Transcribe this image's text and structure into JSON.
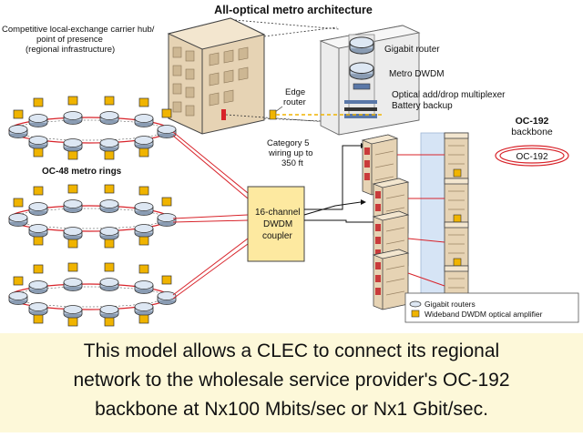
{
  "diagram": {
    "title": "All-optical metro architecture",
    "pop_label": [
      "Competitive local-exchange carrier hub/",
      "point of presence",
      "(regional infrastructure)"
    ],
    "rack_items": [
      "Gigabit router",
      "Metro DWDM",
      "Optical add/drop multiplexer",
      "Battery backup"
    ],
    "edge_router_label": [
      "Edge",
      "router"
    ],
    "wiring_label": [
      "Category 5",
      "wiring up to",
      "350 ft"
    ],
    "rings_label": "OC-48 metro rings",
    "coupler_label": [
      "16-channel",
      "DWDM",
      "coupler"
    ],
    "backbone_label": [
      "OC-192",
      "backbone"
    ],
    "backbone_ring_label": "OC-192",
    "legend": [
      "Gigabit routers",
      "Wideband DWDM optical amplifier"
    ]
  },
  "caption": {
    "line1": "This model allows a CLEC to connect its regional",
    "line2": "network to the wholesale service provider's OC-192",
    "line3": "backbone at Nx100 Mbits/sec or Nx1 Gbit/sec."
  },
  "colors": {
    "ring": "#d8232a",
    "coupler": "#fde9a0",
    "backbone_bg": "#d6e4f5",
    "amplifier": "#f2c230",
    "building": "#e6d3b4",
    "caption_bg": "#fdf8d9"
  }
}
